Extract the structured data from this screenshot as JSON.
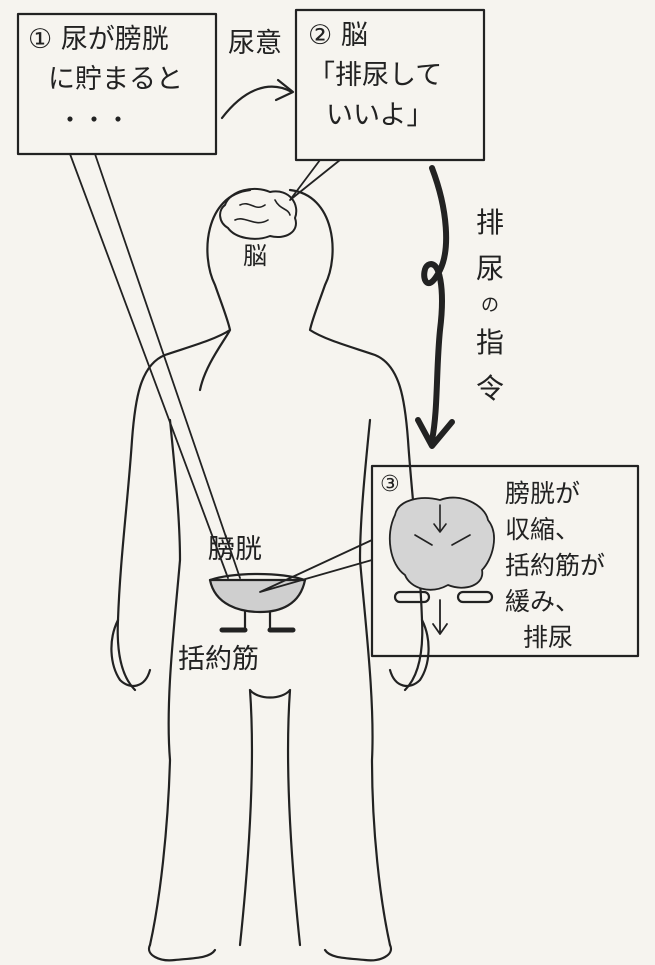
{
  "box1": {
    "num": "①",
    "line1": "尿が膀胱",
    "line2": "に貯まると",
    "line3": "・・・"
  },
  "arrow_label": "尿意",
  "box2": {
    "num": "②",
    "title": "脳",
    "line1": "「排尿して",
    "line2": "いいよ」"
  },
  "brain_label": "脳",
  "command": {
    "c1": "排",
    "c2": "尿",
    "c3": "の",
    "c4": "指",
    "c5": "令"
  },
  "bladder_label": "膀胱",
  "sphincter_label": "括約筋",
  "box3": {
    "num": "③",
    "line1": "膀胱が",
    "line2": "収縮、",
    "line3": "括約筋が",
    "line4": "緩み、",
    "line5": "排尿"
  }
}
